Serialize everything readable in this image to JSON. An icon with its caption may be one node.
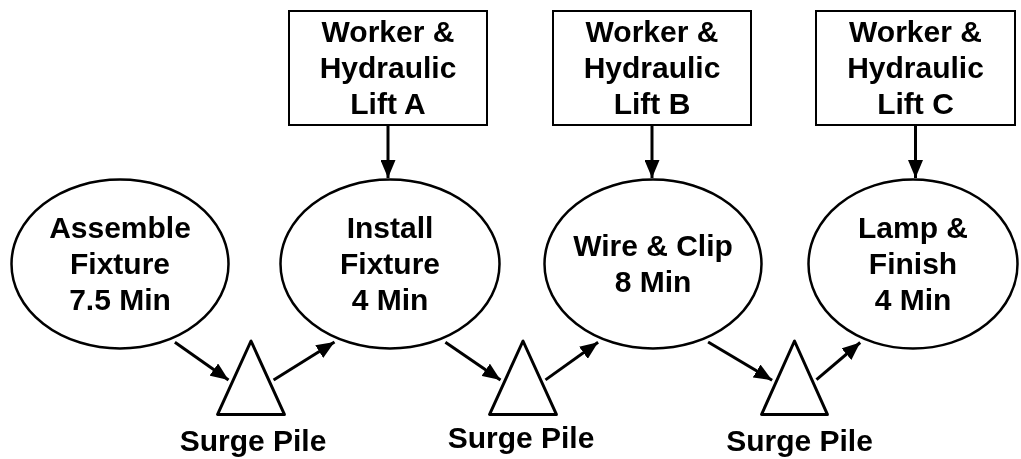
{
  "diagram": {
    "nodes": [
      {
        "text": [
          "Worker & Hydraulic Lift A"
        ]
      },
      {
        "text": [
          "Worker & Hydraulic Lift B"
        ]
      },
      {
        "text": [
          "Worker & Hydraulic Lift C"
        ]
      },
      {
        "text": [
          "Assemble Fixture",
          "7.5 Min"
        ]
      },
      {
        "text": [
          "Install Fixture",
          "4 Min"
        ]
      },
      {
        "text": [
          "Wire & Clip",
          "8 Min"
        ]
      },
      {
        "text": [
          "Lamp & Finish",
          "4 Min"
        ]
      },
      {
        "text": [],
        "shape": "triangle",
        "beside": [
          "Surge Pile"
        ]
      },
      {
        "text": [],
        "shape": "triangle",
        "beside": [
          "Surge Pile"
        ]
      },
      {
        "text": [],
        "shape": "triangle",
        "beside": [
          "Surge Pile"
        ]
      }
    ],
    "edges": [
      {
        "from": 0,
        "to": 4,
        "arrow": "to"
      },
      {
        "from": 1,
        "to": 5,
        "arrow": "to"
      },
      {
        "from": 2,
        "to": 6,
        "arrow": "to"
      },
      {
        "from": 3,
        "to": 7,
        "arrow": "to"
      },
      {
        "from": 7,
        "to": 4,
        "arrow": "to"
      },
      {
        "from": 4,
        "to": 8,
        "arrow": "to"
      },
      {
        "from": 8,
        "to": 5,
        "arrow": "to"
      },
      {
        "from": 5,
        "to": 9,
        "arrow": "to"
      },
      {
        "from": 9,
        "to": 6,
        "arrow": "to"
      }
    ]
  }
}
